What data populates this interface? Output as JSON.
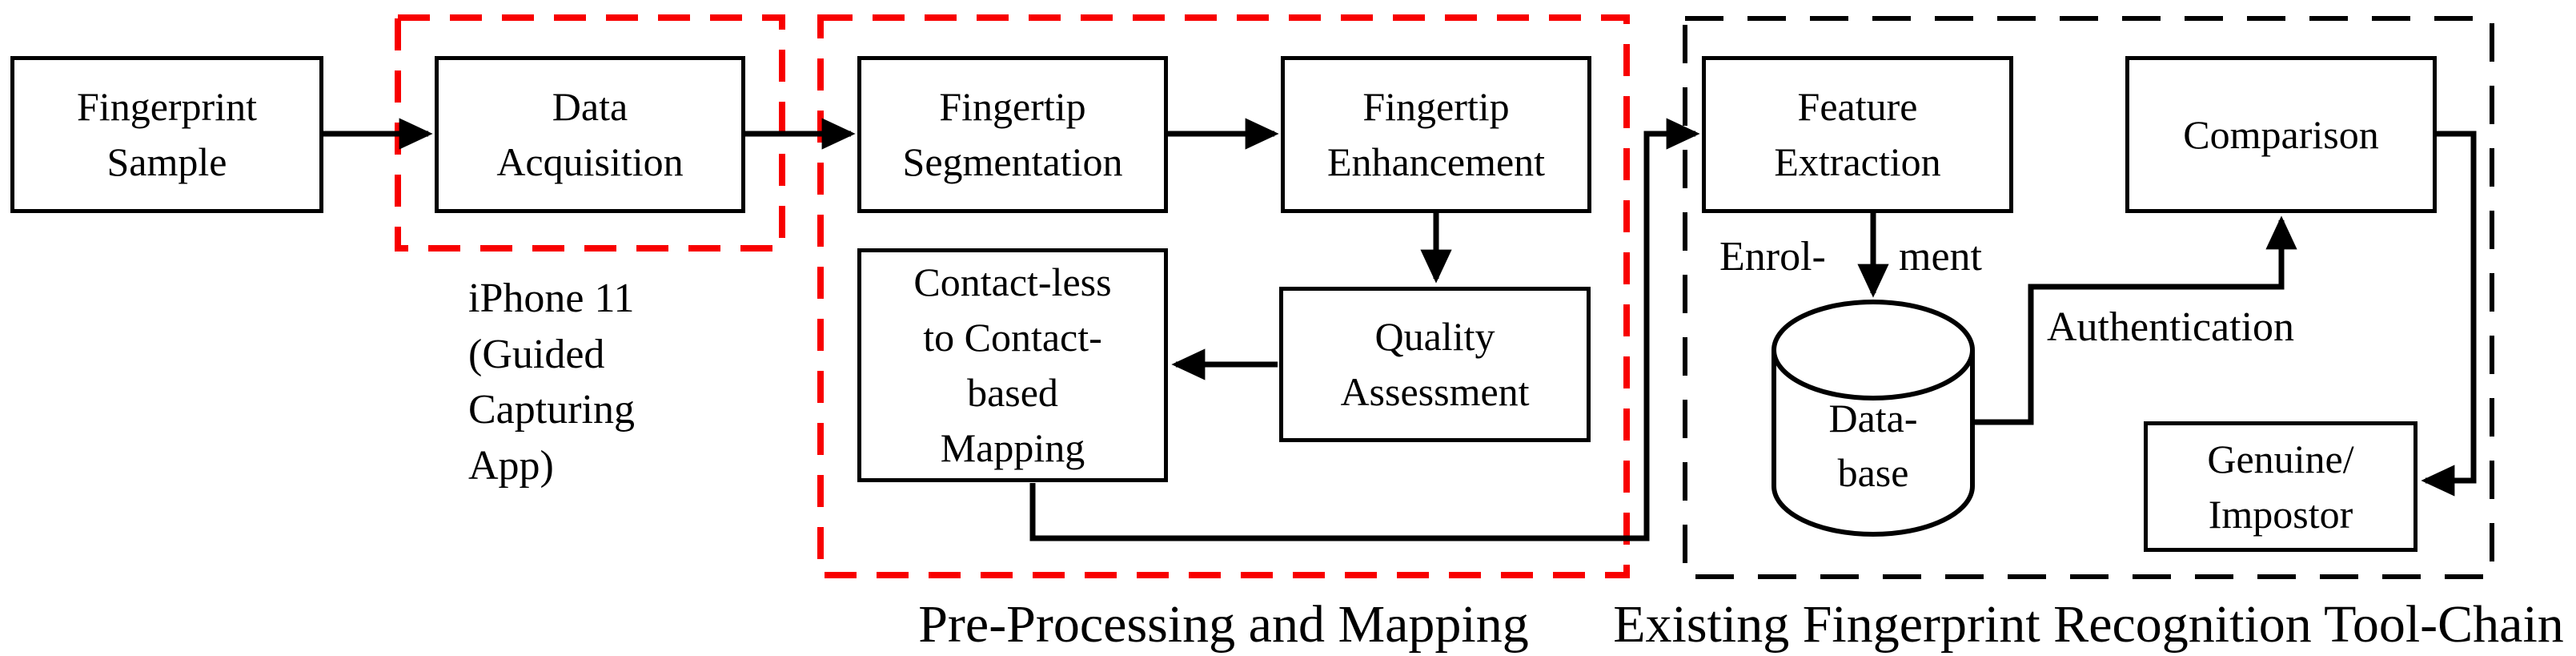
{
  "colors": {
    "red_dashed": "#f80000",
    "black": "#000000",
    "background": "#ffffff"
  },
  "nodes": {
    "fingerprint_sample": {
      "label": "Fingerprint\nSample"
    },
    "data_acquisition": {
      "label": "Data\nAcquisition"
    },
    "fingertip_segmentation": {
      "label": "Fingertip\nSegmentation"
    },
    "fingertip_enhancement": {
      "label": "Fingertip\nEnhancement"
    },
    "contactless_mapping": {
      "label": "Contact-less\nto Contact-\nbased\nMapping"
    },
    "quality_assessment": {
      "label": "Quality\nAssessment"
    },
    "feature_extraction": {
      "label": "Feature\nExtraction"
    },
    "comparison": {
      "label": "Comparison"
    },
    "database": {
      "label": "Data-\nbase"
    },
    "genuine_impostor": {
      "label": "Genuine/\nImpostor"
    }
  },
  "annotations": {
    "device_note": "iPhone 11\n(Guided\nCapturing\nApp)",
    "enrolment_left": "Enrol-",
    "enrolment_right": "ment",
    "authentication": "Authentication"
  },
  "captions": {
    "preprocessing_group": "Pre-Processing and Mapping",
    "toolchain_group": "Existing Fingerprint Recognition Tool-Chain"
  },
  "icons": {
    "database_icon": "cylinder"
  }
}
